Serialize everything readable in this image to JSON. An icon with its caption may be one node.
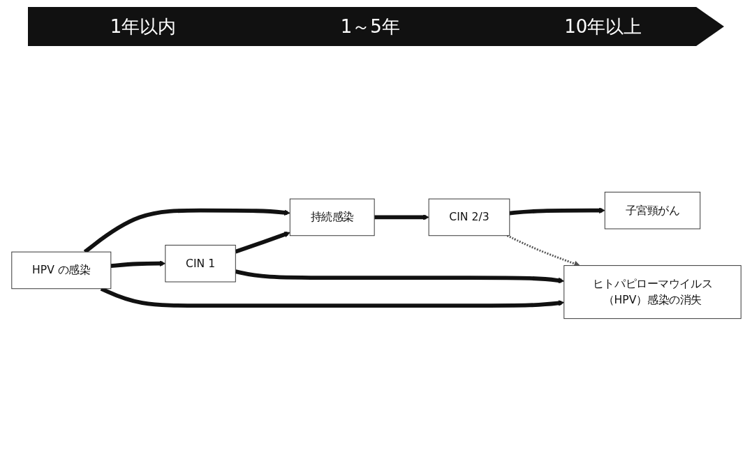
{
  "diagram": {
    "nodes": [
      {
        "text": [
          "HPV の感染"
        ]
      },
      {
        "text": [
          "持続感染"
        ]
      },
      {
        "text": [
          "CIN 1"
        ]
      },
      {
        "text": [
          "CIN 2/3"
        ]
      },
      {
        "text": [
          "子宮頸がん"
        ]
      },
      {
        "text": [
          "ヒトパピローマウイルス（HPV）感染の消失"
        ]
      }
    ],
    "edges": [
      {
        "from": 0,
        "to": 1,
        "arrow": "to"
      },
      {
        "from": 0,
        "to": 2,
        "arrow": "to"
      },
      {
        "from": 2,
        "to": 1,
        "arrow": "to"
      },
      {
        "from": 1,
        "to": 3,
        "arrow": "to"
      },
      {
        "from": 3,
        "to": 4,
        "arrow": "to"
      },
      {
        "from": 0,
        "to": 5,
        "arrow": "to"
      },
      {
        "from": 2,
        "to": 5,
        "arrow": "to"
      },
      {
        "from": 3,
        "to": 5,
        "arrow": "to",
        "style": "dashed"
      }
    ],
    "labels": [
      "1年以内",
      "1～5年",
      "10年以上"
    ]
  }
}
